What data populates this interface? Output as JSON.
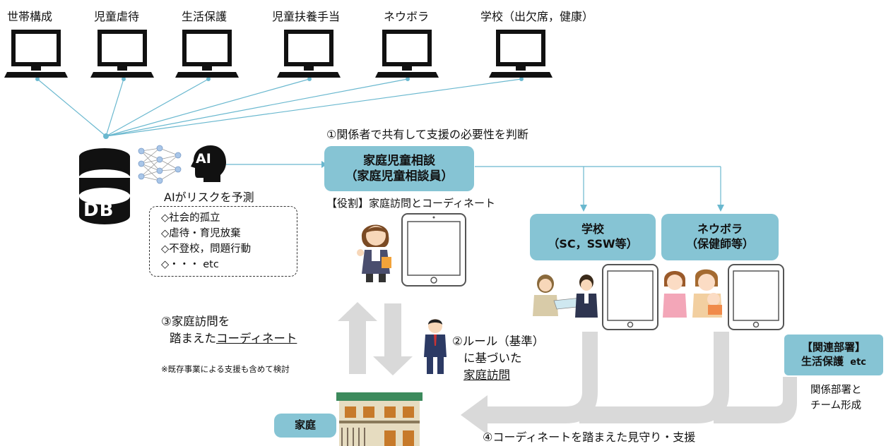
{
  "sources": [
    "世帯構成",
    "児童虐待",
    "生活保護",
    "児童扶養手当",
    "ネウボラ",
    "学校（出欠席，健康）"
  ],
  "db": {
    "label": "DB",
    "ai_label": "AI",
    "ai_predicts": "AIがリスクを予測"
  },
  "risks": [
    "◇社会的孤立",
    "◇虐待・育児放棄",
    "◇不登校，問題行動",
    "◇・・・  etc"
  ],
  "step1": "①関係者で共有して支援の必要性を判断",
  "consult": {
    "line1": "家庭児童相談",
    "line2": "（家庭児童相談員）"
  },
  "role": "【役割】家庭訪問とコーディネート",
  "school": {
    "line1": "学校",
    "line2": "（SC，SSW等）"
  },
  "neuvola": {
    "line1": "ネウボラ",
    "line2": "（保健師等）"
  },
  "related": {
    "line1": "【関連部署】",
    "line2": "生活保護",
    "etc": "etc"
  },
  "team": {
    "line1": "関係部署と",
    "line2": "チーム形成"
  },
  "step3": {
    "line1": "③家庭訪問を",
    "line2a": "踏まえた",
    "line2b": "コーディネート"
  },
  "note": "※既存事業による支援も含めて検討",
  "step2": {
    "line1": "②ルール（基準）",
    "line2": "に基づいた",
    "line3": "家庭訪問"
  },
  "family": "家庭",
  "step4": "④コーディネートを踏まえた見守り・支援",
  "colors": {
    "teal_box": "#86c4d4",
    "line": "#6ab8cf",
    "gray_arrow": "#d9d9d9"
  }
}
